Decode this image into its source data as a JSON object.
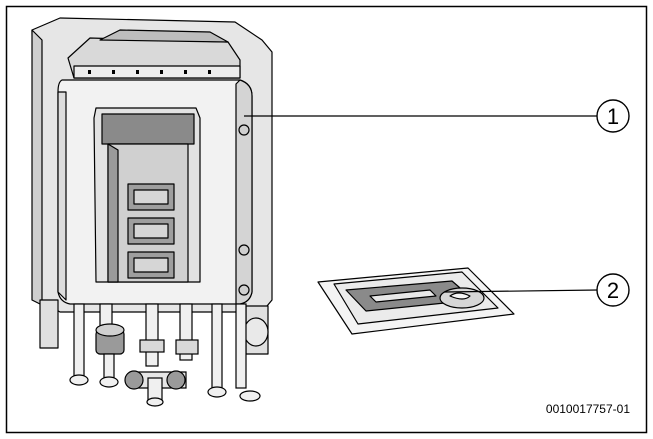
{
  "figure": {
    "reference_code": "0010017757-01",
    "callouts": [
      {
        "label": "1",
        "target": "boiler-unit"
      },
      {
        "label": "2",
        "target": "accessory-bag"
      }
    ]
  },
  "colors": {
    "outline": "#000000",
    "body_fill": "#f2f2f2",
    "body_shade": "#d4d4d4",
    "dark_shade": "#8a8a8a",
    "frame": "#000000"
  }
}
